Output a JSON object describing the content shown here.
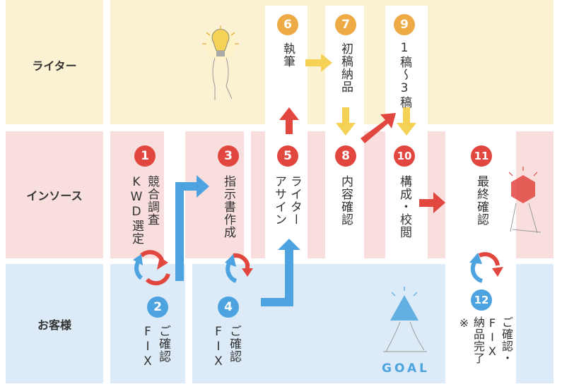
{
  "lanes": {
    "writer": "ライター",
    "insource": "インソース",
    "client": "お客様"
  },
  "steps": [
    {
      "num": "1",
      "text": "競合調査\nKWD選定",
      "lane": "insource",
      "color": "red"
    },
    {
      "num": "2",
      "text": "ご確認\nFIX",
      "lane": "client",
      "color": "blue"
    },
    {
      "num": "3",
      "text": "指示書作成",
      "lane": "insource",
      "color": "red"
    },
    {
      "num": "4",
      "text": "ご確認\nFIX",
      "lane": "client",
      "color": "blue"
    },
    {
      "num": "5",
      "text": "ライター\nアサイン",
      "lane": "insource",
      "color": "red"
    },
    {
      "num": "6",
      "text": "執筆",
      "lane": "writer",
      "color": "orange"
    },
    {
      "num": "7",
      "text": "初稿納品",
      "lane": "writer",
      "color": "orange"
    },
    {
      "num": "8",
      "text": "内容確認",
      "lane": "insource",
      "color": "red"
    },
    {
      "num": "9",
      "text": "1稿～3稿",
      "lane": "writer",
      "color": "orange"
    },
    {
      "num": "10",
      "text": "構成・校閲",
      "lane": "insource",
      "color": "red"
    },
    {
      "num": "11",
      "text": "最終確認",
      "lane": "insource",
      "color": "red"
    },
    {
      "num": "12",
      "text": "ご確認・\nFIX\n納品完了\n※",
      "lane": "client",
      "color": "blue"
    }
  ],
  "goal_label": "GOAL",
  "colors": {
    "writer_bg": "#fbf1d3",
    "insource_bg": "#f9dede",
    "client_bg": "#dcebf7",
    "orange": "#eeaa44",
    "red": "#e2473f",
    "blue": "#4da3df",
    "yellow_arrow": "#f5d255"
  },
  "icons": [
    "lightbulb-icon",
    "hand-icon",
    "refresh-icon",
    "arrow-icon"
  ]
}
